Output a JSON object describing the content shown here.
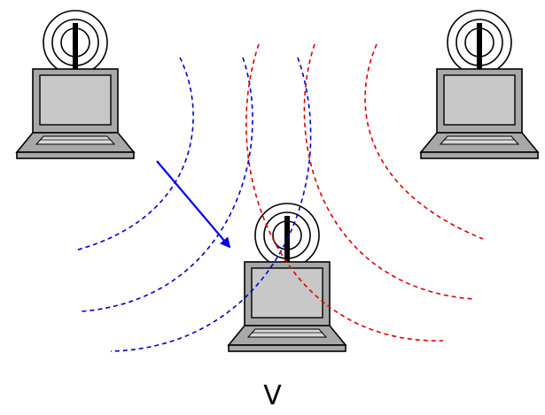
{
  "caption": "V",
  "nodes": [
    {
      "id": "left-laptop",
      "icon": "wireless-laptop-icon"
    },
    {
      "id": "right-laptop",
      "icon": "wireless-laptop-icon"
    },
    {
      "id": "center-laptop",
      "icon": "wireless-laptop-icon"
    }
  ],
  "colors": {
    "signal_left": "#0000cc",
    "signal_right": "#dd0000",
    "arrow": "#0000ee",
    "laptop_screen": "#c8c8c8",
    "laptop_body": "#a8a8a8"
  }
}
